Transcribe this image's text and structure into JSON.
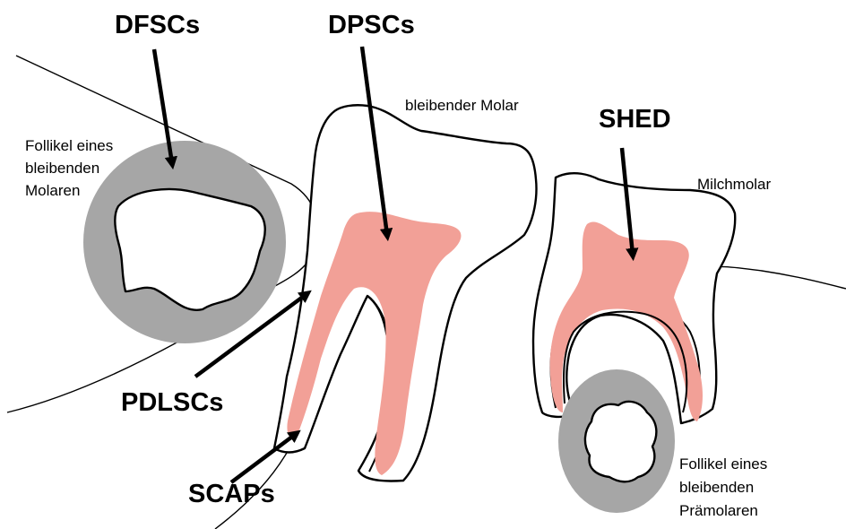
{
  "colors": {
    "pulp": "#f2a097",
    "follicle": "#a6a6a6",
    "outline": "#000000",
    "background": "#ffffff"
  },
  "labels": {
    "dfscs": "DFSCs",
    "dpscs": "DPSCs",
    "shed": "SHED",
    "pdlscs": "PDLSCs",
    "scaps": "SCAPs",
    "permanent_molar": "bleibender Molar",
    "primary_molar": "Milchmolar",
    "follicle_molar": [
      "Follikel eines",
      "bleibenden",
      "Molaren"
    ],
    "follicle_premolar": [
      "Follikel eines",
      "bleibenden",
      "Prämolaren"
    ]
  }
}
